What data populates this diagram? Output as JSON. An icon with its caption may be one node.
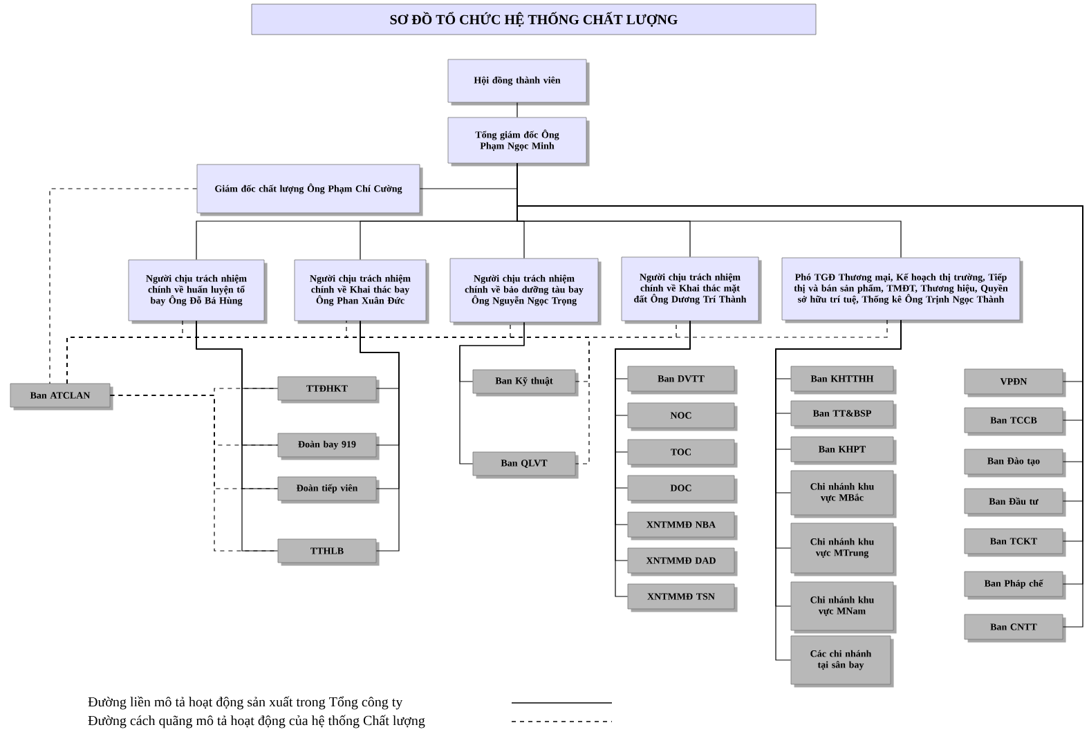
{
  "diagram": {
    "title": "SƠ ĐỒ TỔ CHỨC HỆ THỐNG CHẤT LƯỢNG",
    "nodes": [
      {
        "text": [
          "Hội đồng thành viên"
        ]
      },
      {
        "text": [
          "Tổng giám đốc Ông Phạm Ngọc Minh"
        ]
      },
      {
        "text": [
          "Giám đốc chất lượng Ông Phạm Chí Cường"
        ]
      },
      {
        "text": [
          "Người chịu trách nhiệm chính về huấn luyện tổ bay Ông Đỗ Bá Hùng"
        ]
      },
      {
        "text": [
          "Người chịu trách nhiệm chính về Khai thác bay Ông Phan Xuân Đức"
        ]
      },
      {
        "text": [
          "Người chịu trách nhiệm chính về bảo dưỡng tàu bay Ông Nguyễn Ngọc Trọng"
        ]
      },
      {
        "text": [
          "Người chịu trách nhiệm chính về Khai thác mặt đất Ông Dương Trí Thành"
        ]
      },
      {
        "text": [
          "Phó TGĐ Thương mại, Kế hoạch thị trường, Tiếp thị và bán sản phẩm, TMĐT, Thương hiệu, Quyền sở hữu trí tuệ, Thống kê Ông Trịnh Ngọc Thành"
        ]
      },
      {
        "text": [
          "Ban ATCLAN"
        ]
      },
      {
        "text": [
          "TTĐHKT"
        ]
      },
      {
        "text": [
          "Đoàn bay 919"
        ]
      },
      {
        "text": [
          "Đoàn tiếp viên"
        ]
      },
      {
        "text": [
          "TTHLB"
        ]
      },
      {
        "text": [
          "Ban Kỹ thuật"
        ]
      },
      {
        "text": [
          "Ban QLVT"
        ]
      },
      {
        "text": [
          "Ban DVTT"
        ]
      },
      {
        "text": [
          "NOC"
        ]
      },
      {
        "text": [
          "TOC"
        ]
      },
      {
        "text": [
          "DOC"
        ]
      },
      {
        "text": [
          "XNTMMĐ NBA"
        ]
      },
      {
        "text": [
          "XNTMMĐ DAD"
        ]
      },
      {
        "text": [
          "XNTMMĐ TSN"
        ]
      },
      {
        "text": [
          "Ban KHTTHH"
        ]
      },
      {
        "text": [
          "Ban TT&BSP"
        ]
      },
      {
        "text": [
          "Ban KHPT"
        ]
      },
      {
        "text": [
          "Chi nhánh khu vực MBắc"
        ]
      },
      {
        "text": [
          "Chi nhánh khu vực MTrung"
        ]
      },
      {
        "text": [
          "Chi nhánh khu vực MNam"
        ]
      },
      {
        "text": [
          "Các chi nhánh tại sân bay"
        ]
      },
      {
        "text": [
          "VPĐN"
        ]
      },
      {
        "text": [
          "Ban TCCB"
        ]
      },
      {
        "text": [
          "Ban Đào tạo"
        ]
      },
      {
        "text": [
          "Ban Đầu tư"
        ]
      },
      {
        "text": [
          "Ban TCKT"
        ]
      },
      {
        "text": [
          "Ban Pháp chế"
        ]
      },
      {
        "text": [
          "Ban CNTT"
        ]
      }
    ],
    "edges": [
      {
        "from": 0,
        "to": 1,
        "arrow": "none"
      },
      {
        "from": 1,
        "to": 2,
        "arrow": "none"
      },
      {
        "from": 1,
        "to": 3,
        "arrow": "none"
      },
      {
        "from": 1,
        "to": 4,
        "arrow": "none"
      },
      {
        "from": 1,
        "to": 5,
        "arrow": "none"
      },
      {
        "from": 1,
        "to": 6,
        "arrow": "none"
      },
      {
        "from": 1,
        "to": 7,
        "arrow": "none"
      },
      {
        "from": 1,
        "to": 29,
        "arrow": "none"
      },
      {
        "from": 1,
        "to": 30,
        "arrow": "none"
      },
      {
        "from": 1,
        "to": 31,
        "arrow": "none"
      },
      {
        "from": 1,
        "to": 32,
        "arrow": "none"
      },
      {
        "from": 1,
        "to": 33,
        "arrow": "none"
      },
      {
        "from": 1,
        "to": 34,
        "arrow": "none"
      },
      {
        "from": 1,
        "to": 35,
        "arrow": "none"
      },
      {
        "from": 3,
        "to": 9,
        "arrow": "none"
      },
      {
        "from": 3,
        "to": 10,
        "arrow": "none"
      },
      {
        "from": 3,
        "to": 11,
        "arrow": "none"
      },
      {
        "from": 3,
        "to": 12,
        "arrow": "none"
      },
      {
        "from": 4,
        "to": 9,
        "arrow": "none"
      },
      {
        "from": 4,
        "to": 10,
        "arrow": "none"
      },
      {
        "from": 4,
        "to": 11,
        "arrow": "none"
      },
      {
        "from": 4,
        "to": 12,
        "arrow": "none"
      },
      {
        "from": 5,
        "to": 13,
        "arrow": "none"
      },
      {
        "from": 5,
        "to": 14,
        "arrow": "none"
      },
      {
        "from": 6,
        "to": 15,
        "arrow": "none"
      },
      {
        "from": 6,
        "to": 16,
        "arrow": "none"
      },
      {
        "from": 6,
        "to": 17,
        "arrow": "none"
      },
      {
        "from": 6,
        "to": 18,
        "arrow": "none"
      },
      {
        "from": 6,
        "to": 19,
        "arrow": "none"
      },
      {
        "from": 6,
        "to": 20,
        "arrow": "none"
      },
      {
        "from": 6,
        "to": 21,
        "arrow": "none"
      },
      {
        "from": 7,
        "to": 22,
        "arrow": "none"
      },
      {
        "from": 7,
        "to": 23,
        "arrow": "none"
      },
      {
        "from": 7,
        "to": 24,
        "arrow": "none"
      },
      {
        "from": 7,
        "to": 25,
        "arrow": "none"
      },
      {
        "from": 7,
        "to": 26,
        "arrow": "none"
      },
      {
        "from": 7,
        "to": 27,
        "arrow": "none"
      },
      {
        "from": 7,
        "to": 28,
        "arrow": "none"
      },
      {
        "from": 2,
        "to": 8,
        "arrow": "none",
        "style": "dashed"
      },
      {
        "from": 8,
        "to": 3,
        "arrow": "none",
        "style": "dashed"
      },
      {
        "from": 8,
        "to": 4,
        "arrow": "none",
        "style": "dashed"
      },
      {
        "from": 8,
        "to": 5,
        "arrow": "none",
        "style": "dashed"
      },
      {
        "from": 8,
        "to": 6,
        "arrow": "none",
        "style": "dashed"
      },
      {
        "from": 8,
        "to": 7,
        "arrow": "none",
        "style": "dashed"
      },
      {
        "from": 8,
        "to": 9,
        "arrow": "none",
        "style": "dashed"
      },
      {
        "from": 8,
        "to": 10,
        "arrow": "none",
        "style": "dashed"
      },
      {
        "from": 8,
        "to": 11,
        "arrow": "none",
        "style": "dashed"
      },
      {
        "from": 8,
        "to": 12,
        "arrow": "none",
        "style": "dashed"
      },
      {
        "from": 8,
        "to": 13,
        "arrow": "none",
        "style": "dashed"
      },
      {
        "from": 8,
        "to": 14,
        "arrow": "none",
        "style": "dashed"
      }
    ],
    "legend": [
      {
        "text": "Đường liền mô tả hoạt động sản xuất trong Tổng công ty"
      },
      {
        "text": "Đường cách quãng mô tả hoạt động của hệ thống Chất lượng"
      }
    ]
  }
}
